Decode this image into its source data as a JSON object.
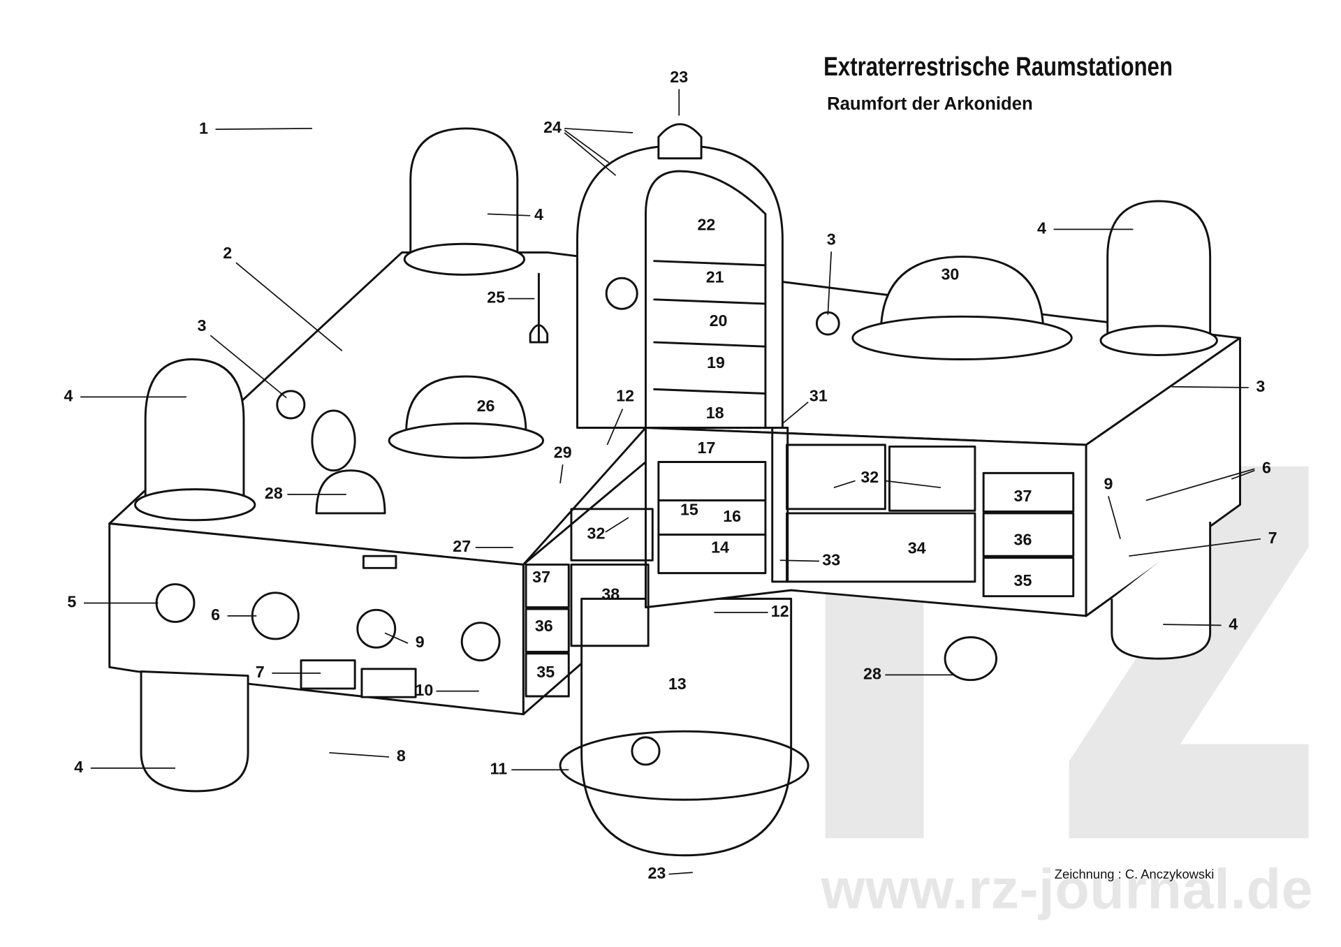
{
  "title": "Extraterrestrische Raumstationen",
  "subtitle": "Raumfort der Arkoniden",
  "credit": "Zeichnung : C. Anczykowski",
  "watermark": {
    "text": "www.rz-journal.de",
    "logo": "rz"
  },
  "labels": [
    "1",
    "2",
    "3",
    "4",
    "3",
    "4",
    "23",
    "24",
    "22",
    "21",
    "20",
    "19",
    "18",
    "17",
    "25",
    "26",
    "12",
    "29",
    "31",
    "30",
    "4",
    "3",
    "6",
    "9",
    "7",
    "37",
    "36",
    "35",
    "34",
    "33",
    "32",
    "15",
    "16",
    "14",
    "32",
    "38",
    "37",
    "36",
    "35",
    "28",
    "27",
    "5",
    "6",
    "9",
    "7",
    "10",
    "8",
    "4",
    "11",
    "13",
    "12",
    "28",
    "4",
    "23"
  ],
  "colors": {
    "ink": "#111111",
    "watermark": "#e6e6e6"
  }
}
